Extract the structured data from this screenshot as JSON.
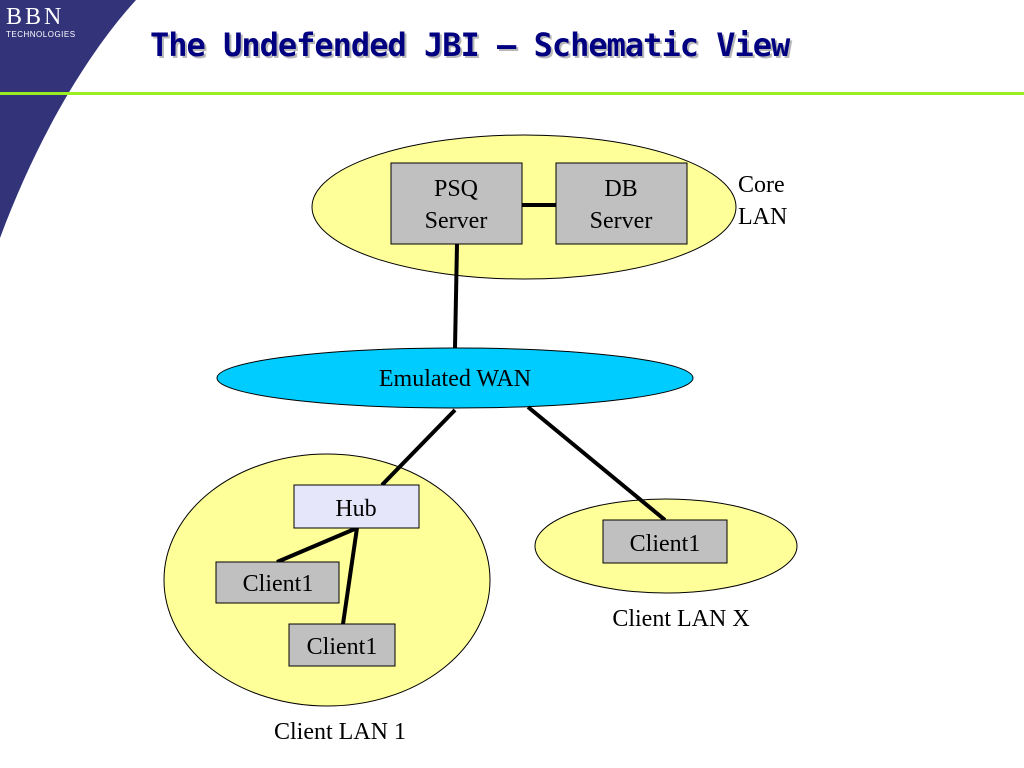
{
  "brand": {
    "name": "BBN",
    "sub": "TECHNOLOGIES"
  },
  "slide": {
    "title": "The Undefended JBI – Schematic View"
  },
  "diagram": {
    "core_lan": {
      "label_line1": "Core",
      "label_line2": "LAN"
    },
    "psq_server": {
      "line1": "PSQ",
      "line2": "Server"
    },
    "db_server": {
      "line1": "DB",
      "line2": "Server"
    },
    "wan": {
      "label": "Emulated WAN"
    },
    "client_lan_1": {
      "label": "Client LAN 1",
      "hub": "Hub",
      "client_a": "Client1",
      "client_b": "Client1"
    },
    "client_lan_x": {
      "label": "Client LAN X",
      "client": "Client1"
    }
  },
  "colors": {
    "title": "#000080",
    "rule": "#99ee22",
    "lan_fill": "#ffff99",
    "wan_fill": "#00ccff",
    "box_fill": "#c0c0c0",
    "hub_fill": "#e6e6fa",
    "logo": "#33337a"
  }
}
